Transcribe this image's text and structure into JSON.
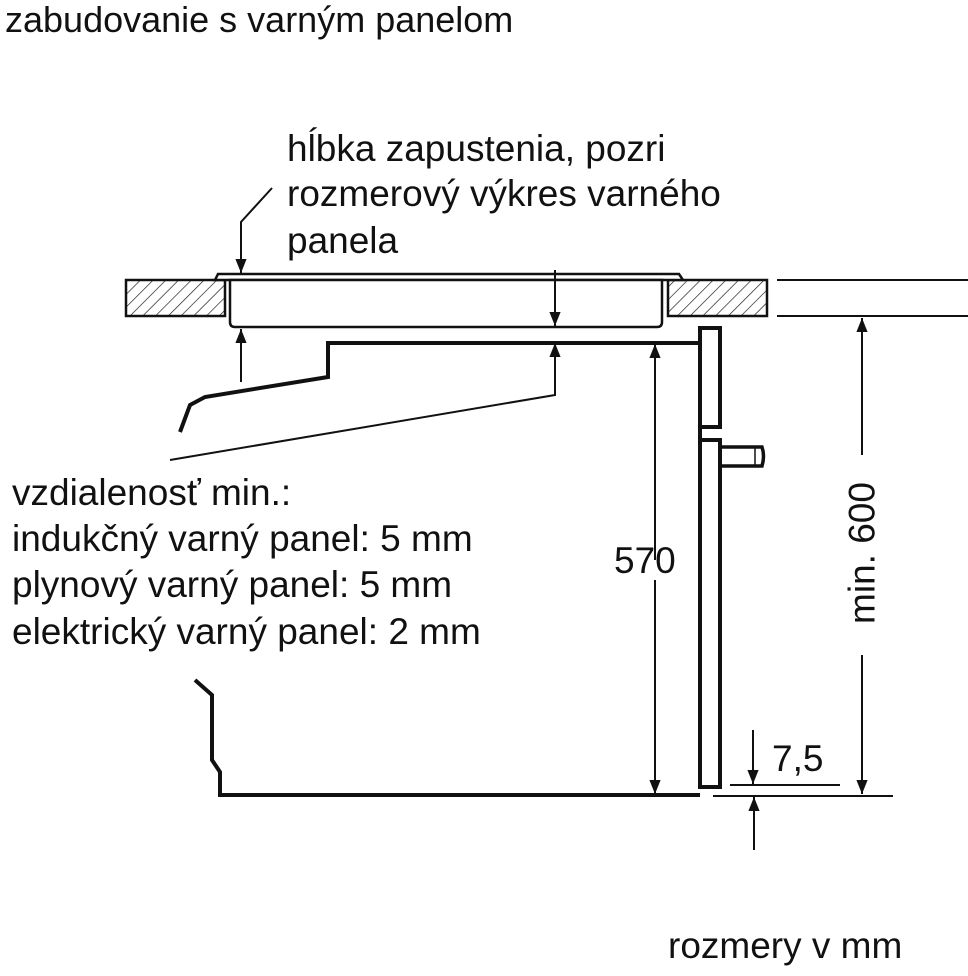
{
  "title": "zabudovanie s varným panelom",
  "depth_note": [
    "hĺbka zapustenia, pozri",
    "rozmerový výkres varného",
    "panela"
  ],
  "distance_note": [
    "vzdialenosť min.:",
    "indukčný varný panel: 5 mm",
    "plynový varný panel: 5 mm",
    "elektrický varný panel: 2 mm"
  ],
  "dim_570": "570",
  "dim_600": "min. 600",
  "dim_7_5": "7,5",
  "units": "rozmery v mm"
}
